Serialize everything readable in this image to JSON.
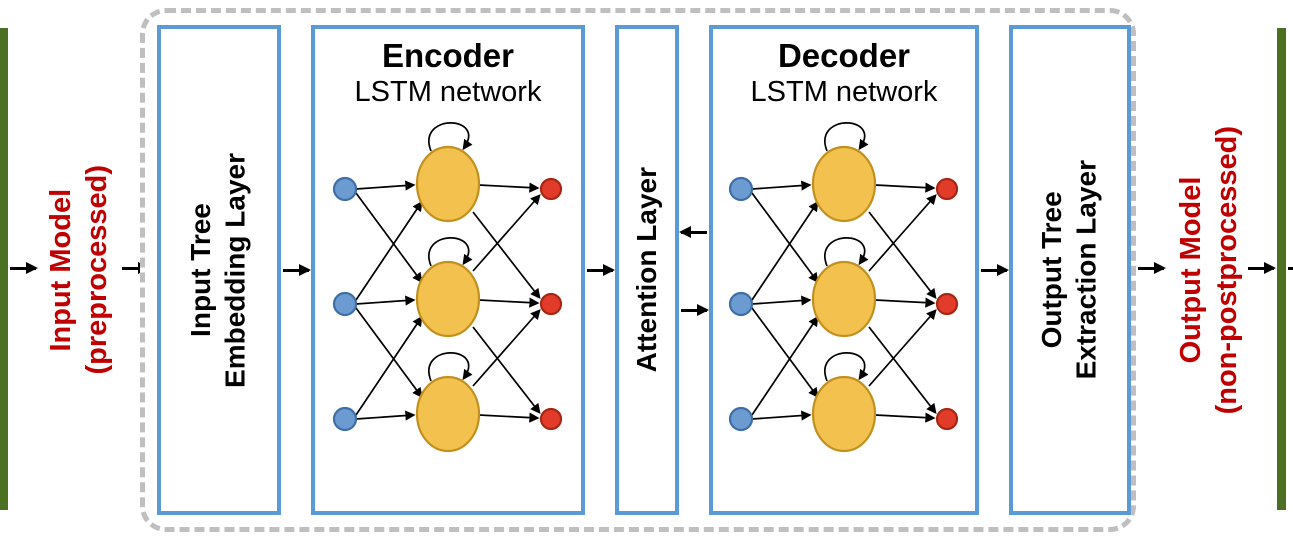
{
  "labels": {
    "input_model": {
      "line1": "Input Model",
      "line2": "(preprocessed)"
    },
    "output_model": {
      "line1": "Output Model",
      "line2": "(non-postprocessed)"
    },
    "embedding_layer": {
      "line1": "Input Tree",
      "line2": "Embedding Layer"
    },
    "encoder": {
      "title": "Encoder",
      "subtitle": "LSTM network"
    },
    "attention_layer": {
      "label": "Attention Layer"
    },
    "decoder": {
      "title": "Decoder",
      "subtitle": "LSTM network"
    },
    "extraction_layer": {
      "line1": "Output Tree",
      "line2": "Extraction Layer"
    }
  },
  "network": {
    "input_node_count": 3,
    "hidden_node_count": 3,
    "output_node_count": 3,
    "hidden_recurrent_loops": true
  },
  "colors": {
    "box_border_blue": "#5B9BD5",
    "dashed_border": "#BFBFBF",
    "green_edge": "#4C7022",
    "red_text": "#C00000",
    "node_input": "#6B9BD1",
    "node_input_stroke": "#3D6EA5",
    "node_hidden": "#F2C14E",
    "node_hidden_stroke": "#C2901E",
    "node_output": "#E23B2A",
    "node_output_stroke": "#A52714",
    "arrow": "#000000"
  }
}
